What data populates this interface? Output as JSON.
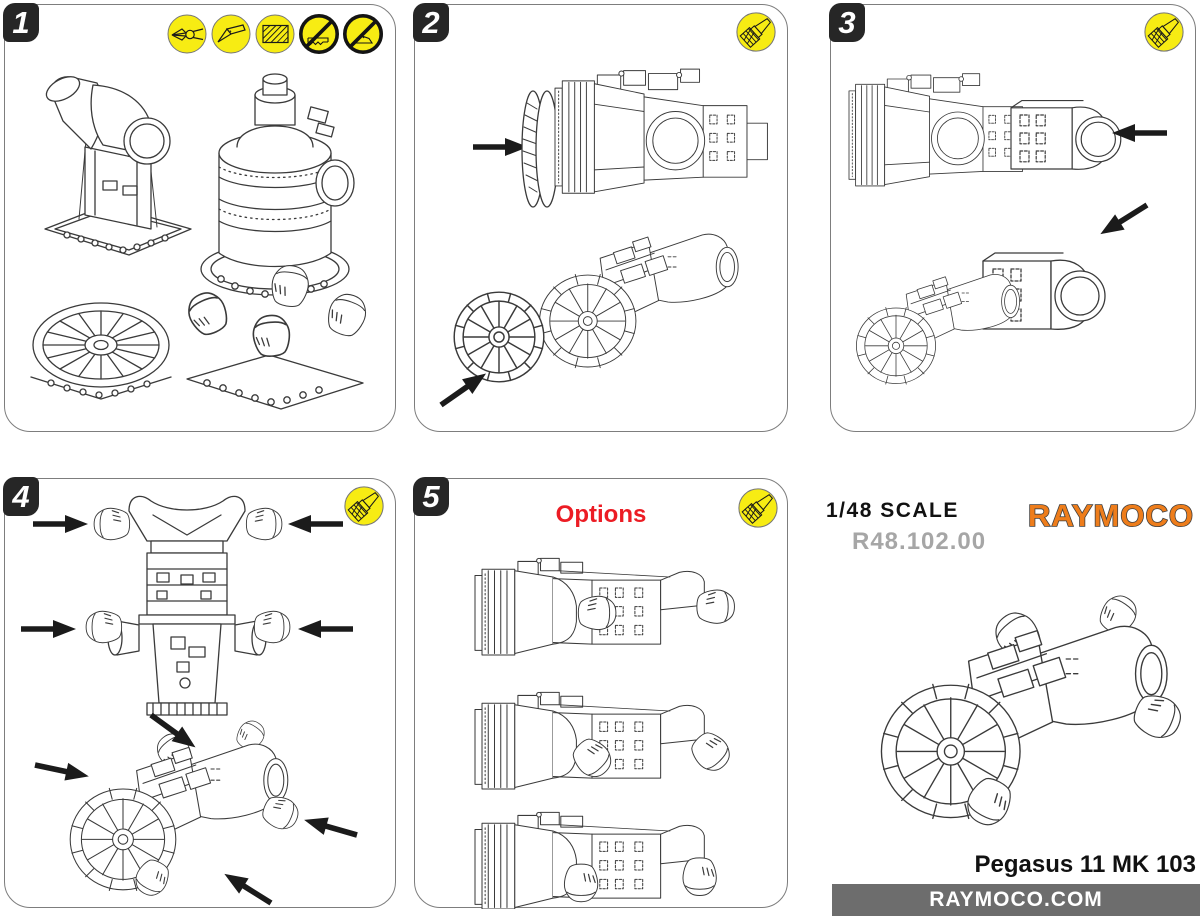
{
  "sheet": {
    "scale_label": "1/48 SCALE",
    "kit_number": "R48.102.00",
    "brand": "RAYMOCO",
    "subject": "Pegasus 11 MK 103",
    "website": "RAYMOCO.COM"
  },
  "panels": [
    {
      "number": "1",
      "icons": [
        "sprue-cutters-icon",
        "hobby-knife-icon",
        "sanding-icon",
        "no-saw-icon",
        "no-knife-icon"
      ]
    },
    {
      "number": "2",
      "icons": [
        "glue-brush-icon"
      ]
    },
    {
      "number": "3",
      "icons": [
        "glue-brush-icon"
      ]
    },
    {
      "number": "4",
      "icons": [
        "glue-brush-icon"
      ]
    },
    {
      "number": "5",
      "icons": [
        "glue-brush-icon"
      ],
      "label": "Options"
    }
  ],
  "colors": {
    "accent_yellow": "#f7ec13",
    "brand_orange": "#ee7d1b",
    "options_red": "#ec1c24",
    "badge_black": "#262626",
    "footer_gray": "#6d6d6d",
    "panel_border_gray": "#7d7d7d",
    "line_art_gray": "#3a3a3a"
  }
}
